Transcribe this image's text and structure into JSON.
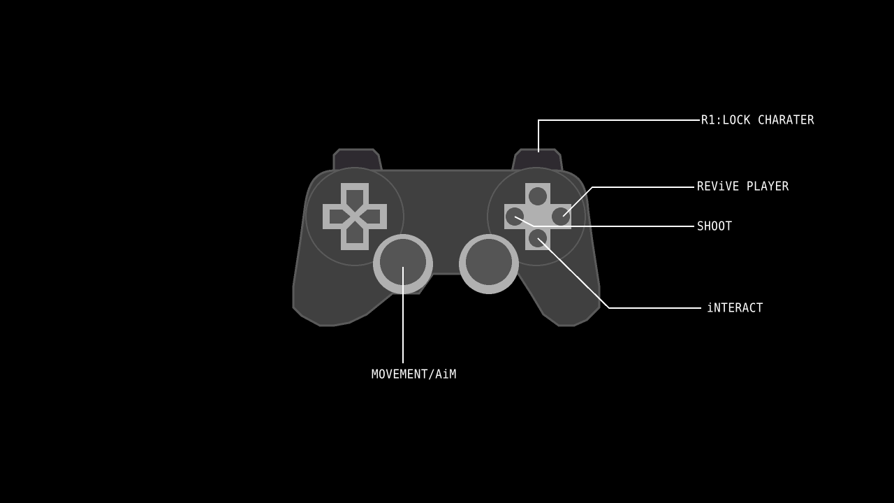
{
  "controls": {
    "r1_lock": "R1:LOCK CHARATER",
    "revive": "REViVE PLAYER",
    "shoot": "SHOOT",
    "interact": "iNTERACT",
    "movement_aim": "MOVEMENT/AiM"
  },
  "colors": {
    "background": "#000000",
    "controller_body": "#404040",
    "controller_outline": "#5a5a5a",
    "shoulder_button": "#2e2a30",
    "face_cluster": "#b0b0b0",
    "button_dark": "#555555",
    "callout_line": "#ffffff"
  },
  "icons": {
    "dpad": "dpad-icon",
    "face_buttons": "face-buttons-icon",
    "left_stick": "left-stick-icon",
    "right_stick": "right-stick-icon"
  }
}
